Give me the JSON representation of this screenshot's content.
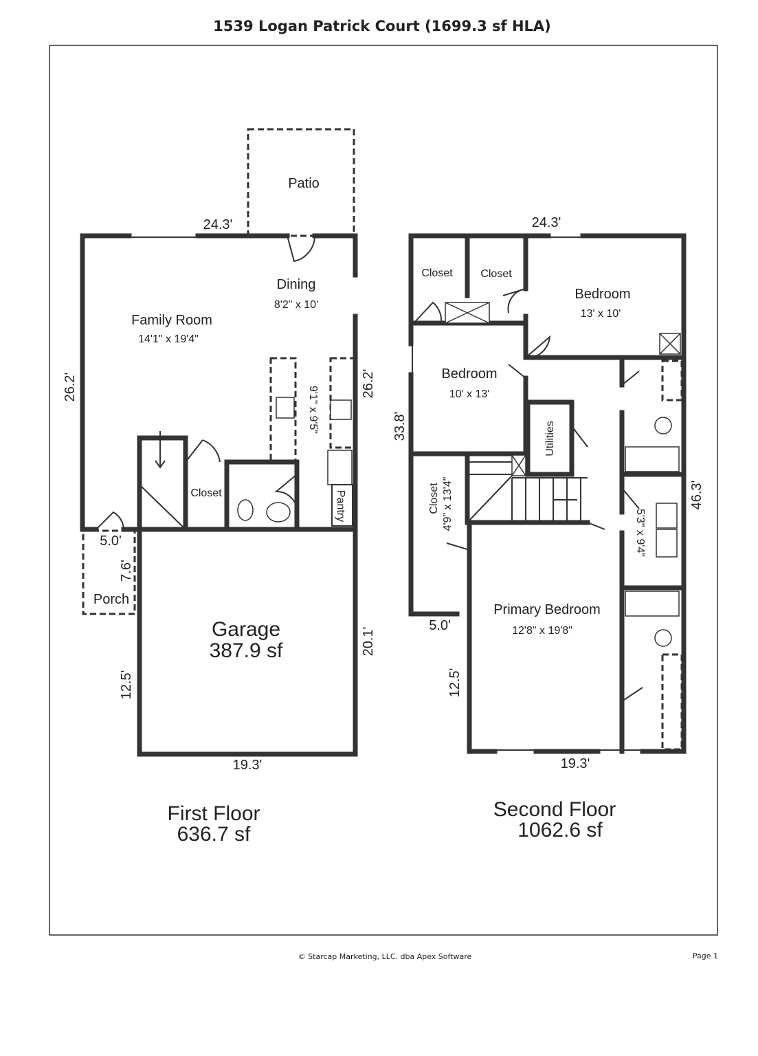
{
  "title": "1539 Logan Patrick Court (1699.3 sf HLA)",
  "first_floor": {
    "name": "First Floor",
    "area": "636.7 sf",
    "rooms": {
      "patio": "Patio",
      "dining": "Dining",
      "dining_size": "8'2\" x 10'",
      "family": "Family Room",
      "family_size": "14'1\" x 19'4\"",
      "kitchen_size": "9'1\" x 9'5\"",
      "closet": "Closet",
      "pantry": "Pantry",
      "porch": "Porch",
      "garage": "Garage",
      "garage_area": "387.9 sf"
    },
    "dims": {
      "top": "24.3'",
      "left": "26.2'",
      "right": "26.2'",
      "porch_w": "5.0'",
      "porch_d": "7.6'",
      "garage_left": "12.5'",
      "garage_right": "20.1'",
      "bottom": "19.3'"
    }
  },
  "second_floor": {
    "name": "Second Floor",
    "area": "1062.6 sf",
    "rooms": {
      "closet1": "Closet",
      "closet2": "Closet",
      "bedroom1": "Bedroom",
      "bedroom1_size": "13' x 10'",
      "bedroom2": "Bedroom",
      "bedroom2_size": "10' x 13'",
      "utilities": "Utilities",
      "closet3": "Closet",
      "closet3_size": "4'9\" x 13'4\"",
      "laundry_size": "5'3\" x 9'4\"",
      "primary": "Primary Bedroom",
      "primary_size": "12'8\" x 19'8\""
    },
    "dims": {
      "top": "24.3'",
      "left": "33.8'",
      "right": "46.3'",
      "step": "5.0'",
      "lower_left": "12.5'",
      "bottom": "19.3'"
    }
  },
  "footer": {
    "copyright": "© Starcap Marketing, LLC. dba Apex Software",
    "page": "Page 1"
  }
}
